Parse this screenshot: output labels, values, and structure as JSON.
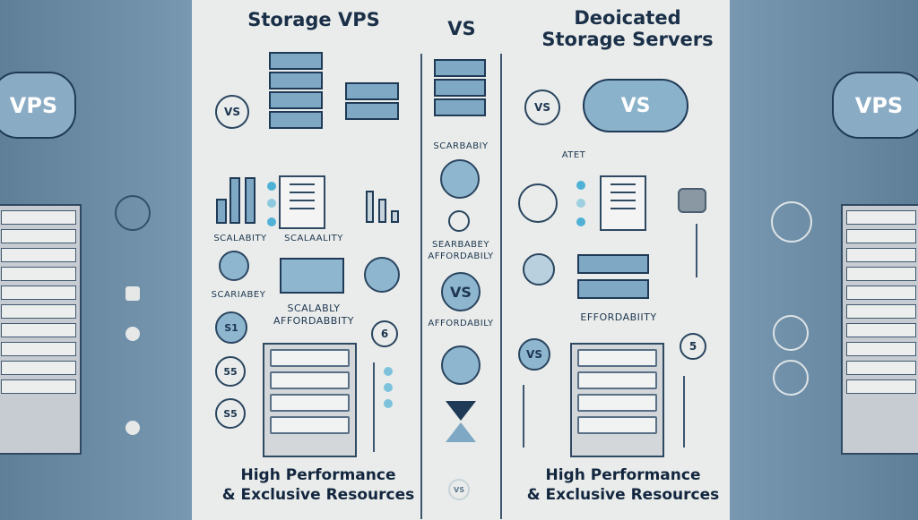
{
  "title_left": "Storage VPS",
  "title_vs": "VS",
  "title_right_1": "Deoicated",
  "title_right_2": "Storage Servers",
  "side_left_cloud": "VPS",
  "side_right_cloud": "VPS",
  "left": {
    "vs_circle": "VS",
    "label_scalabity": "SCALABITY",
    "label_scalaality": "SCALAALITY",
    "label_scariabey": "SCARIABEY",
    "label_scalably": "SCALABLY",
    "label_affordabbity": "AFFORDABBITY",
    "circle_s1": "S1",
    "circle_55": "55",
    "circle_s5": "S5",
    "circle_6": "6",
    "footer_1": "High Performance",
    "footer_2": "& Exclusive Resources"
  },
  "center": {
    "label_scarbabiy": "SCARBABIY",
    "label_searbabey": "SEARBABEY",
    "label_affordabily_1": "AFFORDABILY",
    "vs_circle": "VS",
    "label_affordabily_2": "AFFORDABILY",
    "footer_vs": "VS"
  },
  "right": {
    "vs_circle": "VS",
    "cloud_vs": "VS",
    "label_atet": "ATET",
    "label_effordabiity": "EFFORDABIITY",
    "vs_circle_2": "VS",
    "circle_5": "5",
    "footer_1": "High Performance",
    "footer_2": "& Exclusive Resources"
  },
  "colors": {
    "side_bg": "#6d8ca6",
    "panel_bg": "#e9ecea",
    "accent": "#7fa8c4",
    "dark": "#1f3a56",
    "dot": "#4fb1d6"
  }
}
